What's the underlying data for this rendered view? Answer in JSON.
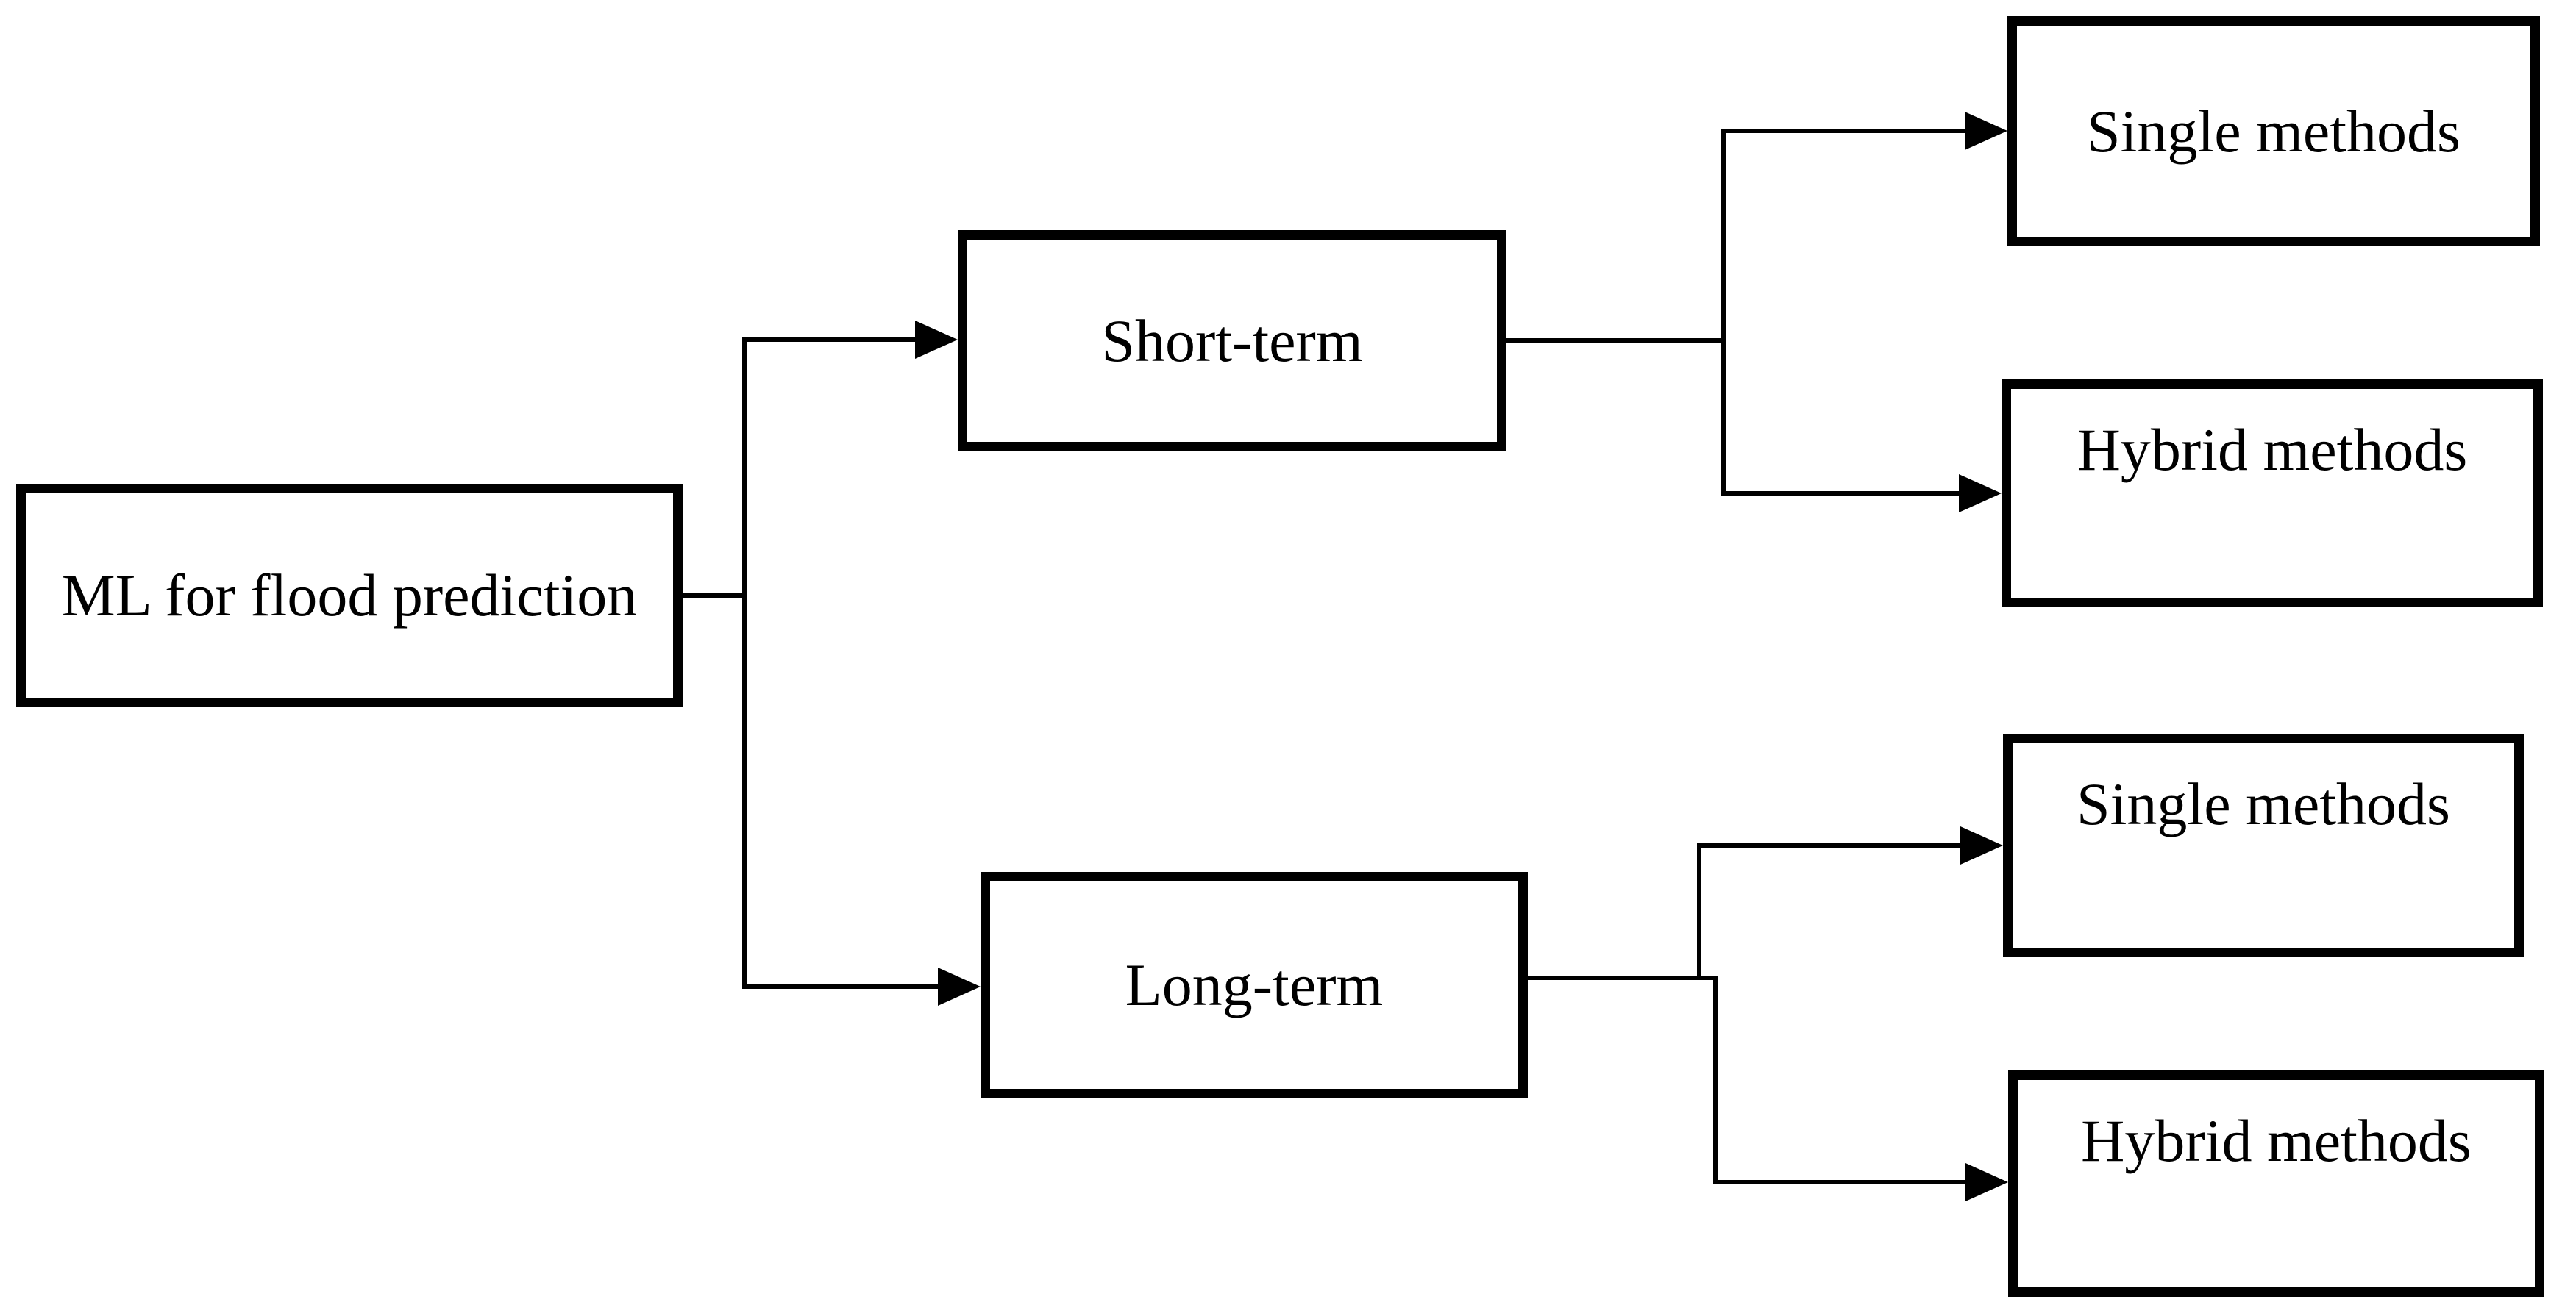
{
  "canvas": {
    "background": "#ffffff"
  },
  "colors": {
    "line": "#000000",
    "box_border": "#000000",
    "box_fill": "#ffffff",
    "text": "#000000"
  },
  "nodes": {
    "root": {
      "label": "ML for flood prediction"
    },
    "short_term": {
      "label": "Short-term"
    },
    "long_term": {
      "label": "Long-term"
    },
    "short_term_single": {
      "label": "Single methods"
    },
    "short_term_hybrid": {
      "label": "Hybrid methods"
    },
    "long_term_single": {
      "label": "Single methods"
    },
    "long_term_hybrid": {
      "label": "Hybrid methods"
    }
  },
  "edges": [
    {
      "from": "ML for flood prediction",
      "to": "Short-term"
    },
    {
      "from": "ML for flood prediction",
      "to": "Long-term"
    },
    {
      "from": "Short-term",
      "to": "Single methods"
    },
    {
      "from": "Short-term",
      "to": "Hybrid methods"
    },
    {
      "from": "Long-term",
      "to": "Single methods"
    },
    {
      "from": "Long-term",
      "to": "Hybrid methods"
    }
  ]
}
